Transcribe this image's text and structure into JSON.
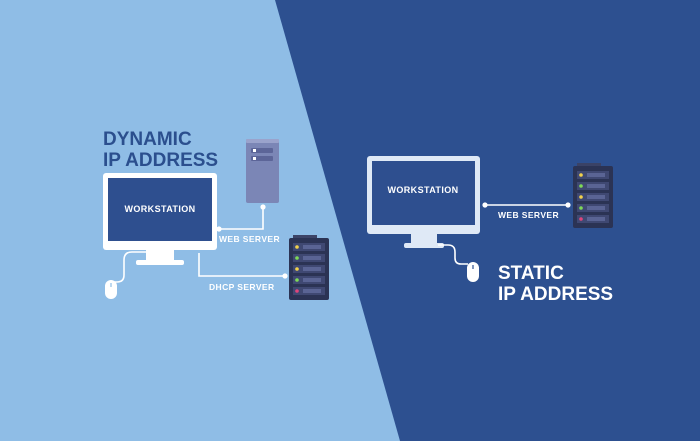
{
  "colors": {
    "light_panel": "#8fbde6",
    "dark_panel": "#2d5090",
    "screen": "#2e4f8f",
    "heading_dark_blue": "#2b4f8e",
    "white": "#ffffff"
  },
  "dynamic": {
    "title_line1": "DYNAMIC",
    "title_line2": "IP ADDRESS",
    "workstation_label": "WORKSTATION",
    "web_server_label": "WEB SERVER",
    "dhcp_server_label": "DHCP SERVER"
  },
  "static": {
    "title_line1": "STATIC",
    "title_line2": "IP ADDRESS",
    "workstation_label": "WORKSTATION",
    "web_server_label": "WEB SERVER"
  },
  "icons": {
    "monitor": "monitor-icon",
    "mouse": "mouse-icon",
    "server_small": "server-tower-icon",
    "server_rack": "server-rack-icon"
  }
}
